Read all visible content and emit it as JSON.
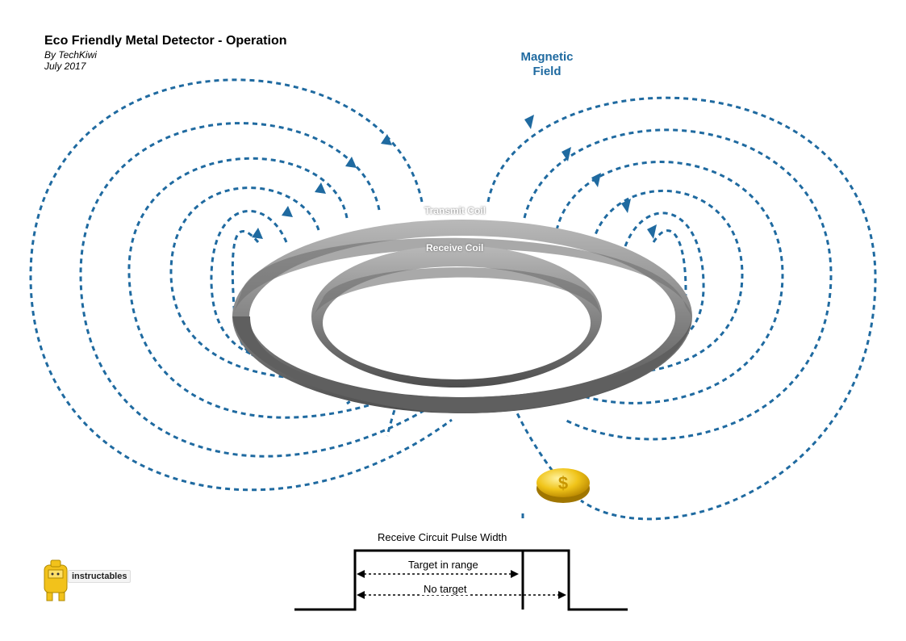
{
  "header": {
    "title": "Eco Friendly Metal Detector - Operation",
    "author": "By TechKiwi",
    "date": "July 2017"
  },
  "field": {
    "label_line1": "Magnetic",
    "label_line2": "Field",
    "line_color": "#1f6aa0"
  },
  "coils": {
    "transmit_label": "Transmit Coil",
    "receive_label": "Receive Coil",
    "coil_color": "#7a7a7a"
  },
  "coin": {
    "symbol": "$",
    "color": "#e8b400"
  },
  "pulse": {
    "title": "Receive Circuit Pulse Width",
    "target_in_range": "Target in range",
    "no_target": "No target"
  },
  "branding": {
    "label": "instructables"
  }
}
